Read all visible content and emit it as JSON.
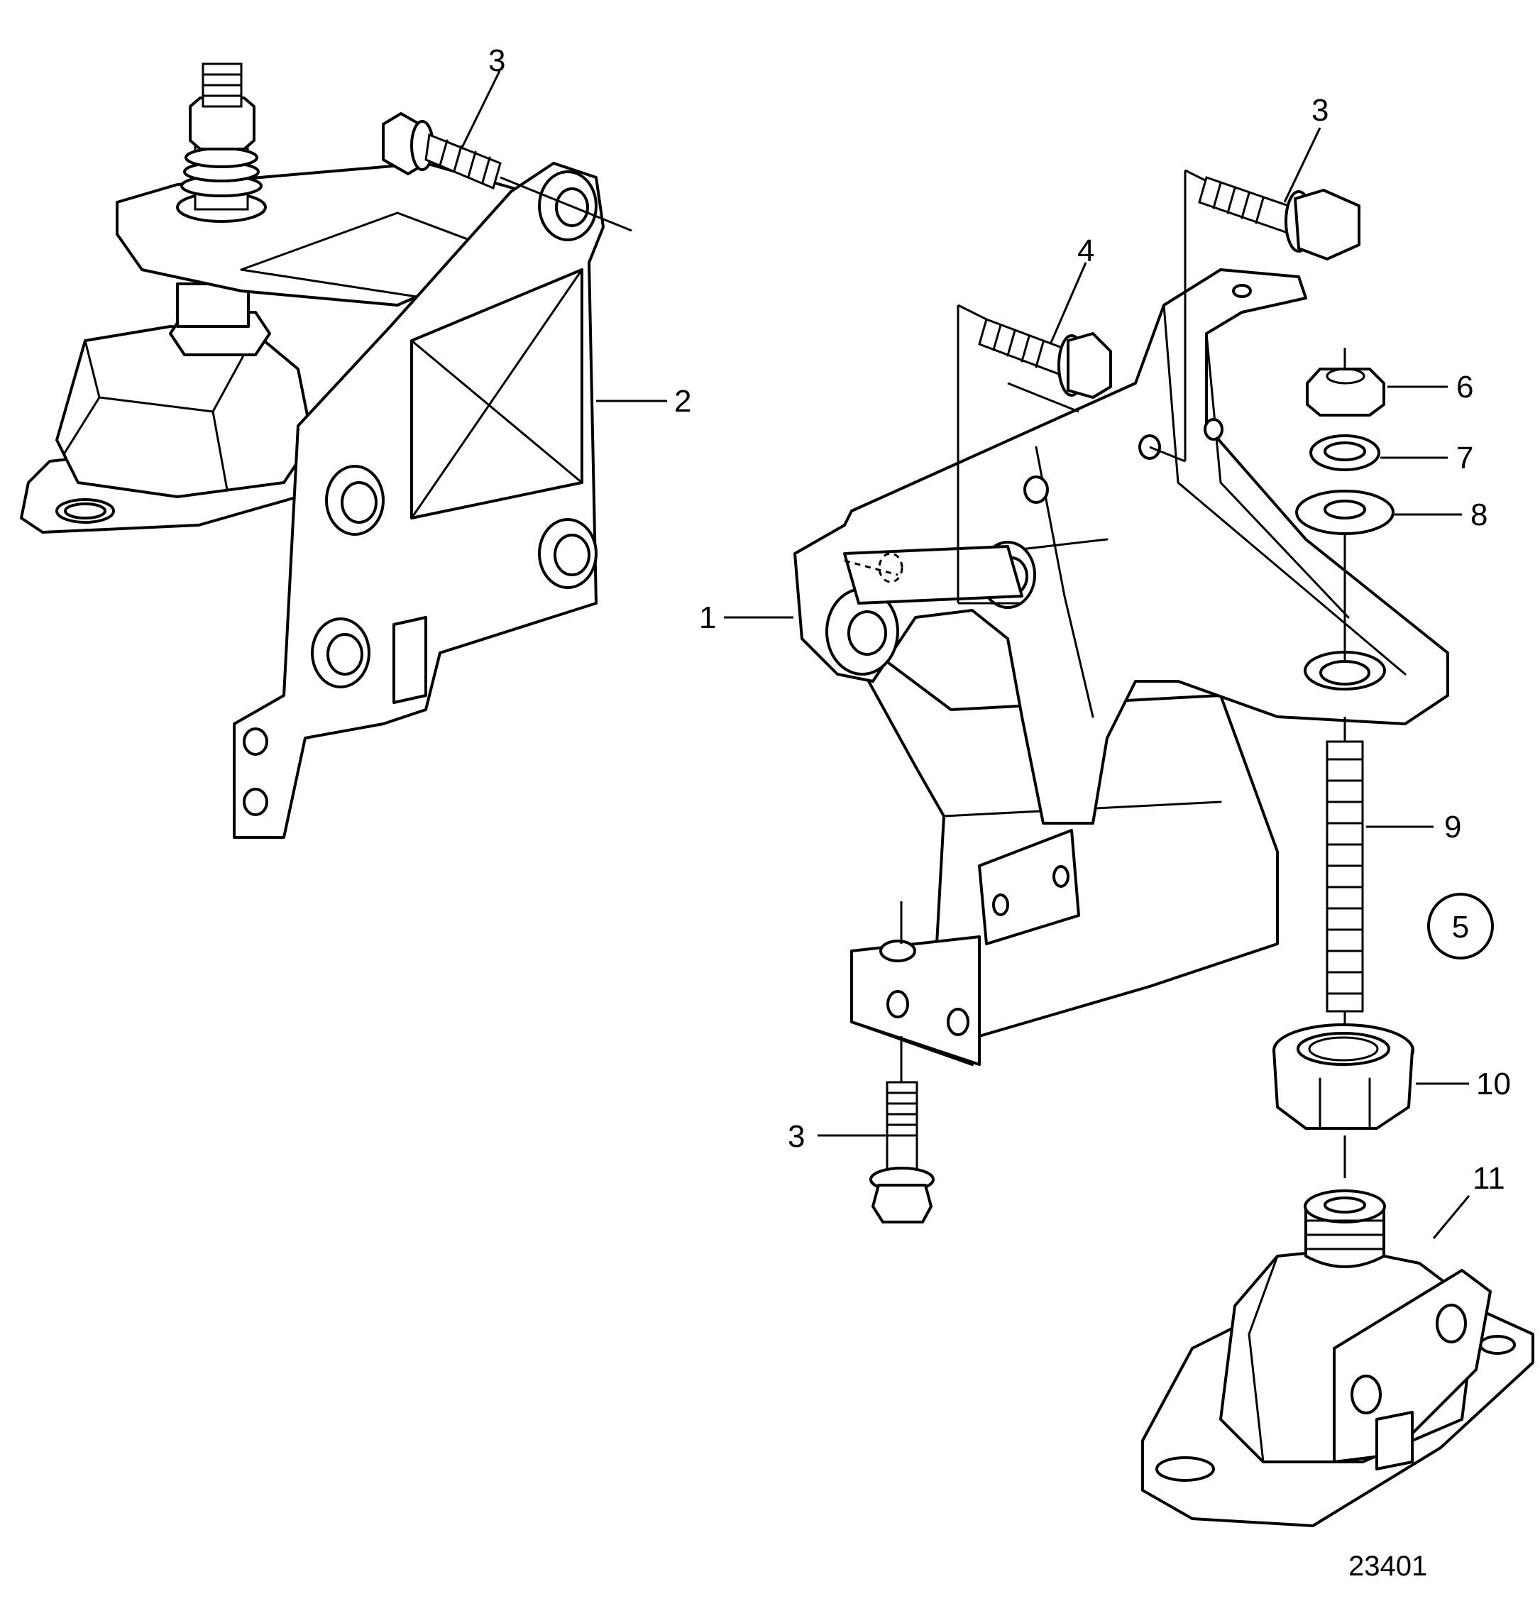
{
  "callouts": {
    "c1": "1",
    "c2": "2",
    "c3_top_left": "3",
    "c3_top_right": "3",
    "c3_bottom": "3",
    "c4": "4",
    "c5": "5",
    "c6": "6",
    "c7": "7",
    "c8": "8",
    "c9": "9",
    "c10": "10",
    "c11": "11"
  },
  "figure_number": "23401"
}
